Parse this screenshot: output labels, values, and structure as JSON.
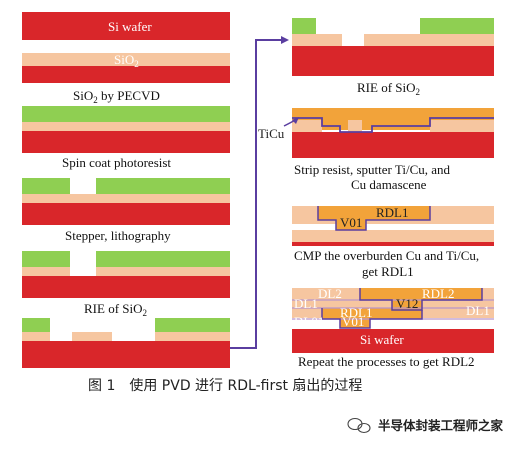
{
  "colors": {
    "si": "#d9262a",
    "oxide": "#f6c6a0",
    "resist": "#8fcf52",
    "copper": "#f2a33a",
    "tiCu": "#5a3ea0",
    "rdlLine": "#b895c9",
    "arrow": "#5a3ea0"
  },
  "left": {
    "wafer_label": "Si wafer",
    "oxide_label": "SiO",
    "oxide_sub": "2",
    "step1": {
      "pre": "SiO",
      "sub": "2",
      "post": " by PECVD"
    },
    "step2": "Spin coat photoresist",
    "step3": "Stepper, lithography",
    "step4": {
      "pre": "RIE of SiO",
      "sub": "2"
    }
  },
  "right": {
    "step5": {
      "pre": "RIE of SiO",
      "sub": "2"
    },
    "ticu_label": "TiCu",
    "step6_line1": "Strip resist, sputter Ti/Cu, and",
    "step6_line2": "Cu damascene",
    "v01": "V01",
    "rdl1": "RDL1",
    "step7_line1": "CMP the overburden Cu and Ti/Cu,",
    "step7_line2": "get RDL1",
    "dl2": "DL2",
    "rdl2": "RDL2",
    "dl1_left": "DL1",
    "dl1_right": "DL1",
    "v12": "V12",
    "rdl1_b": "RDL1",
    "dl01": "DL01",
    "v01_b": "V01",
    "si_wafer": "Si wafer",
    "step8": "Repeat the processes to get RDL2"
  },
  "figure_caption": "图 1　使用 PVD 进行 RDL-first 扇出的过程",
  "watermark": "半导体封装工程师之家"
}
